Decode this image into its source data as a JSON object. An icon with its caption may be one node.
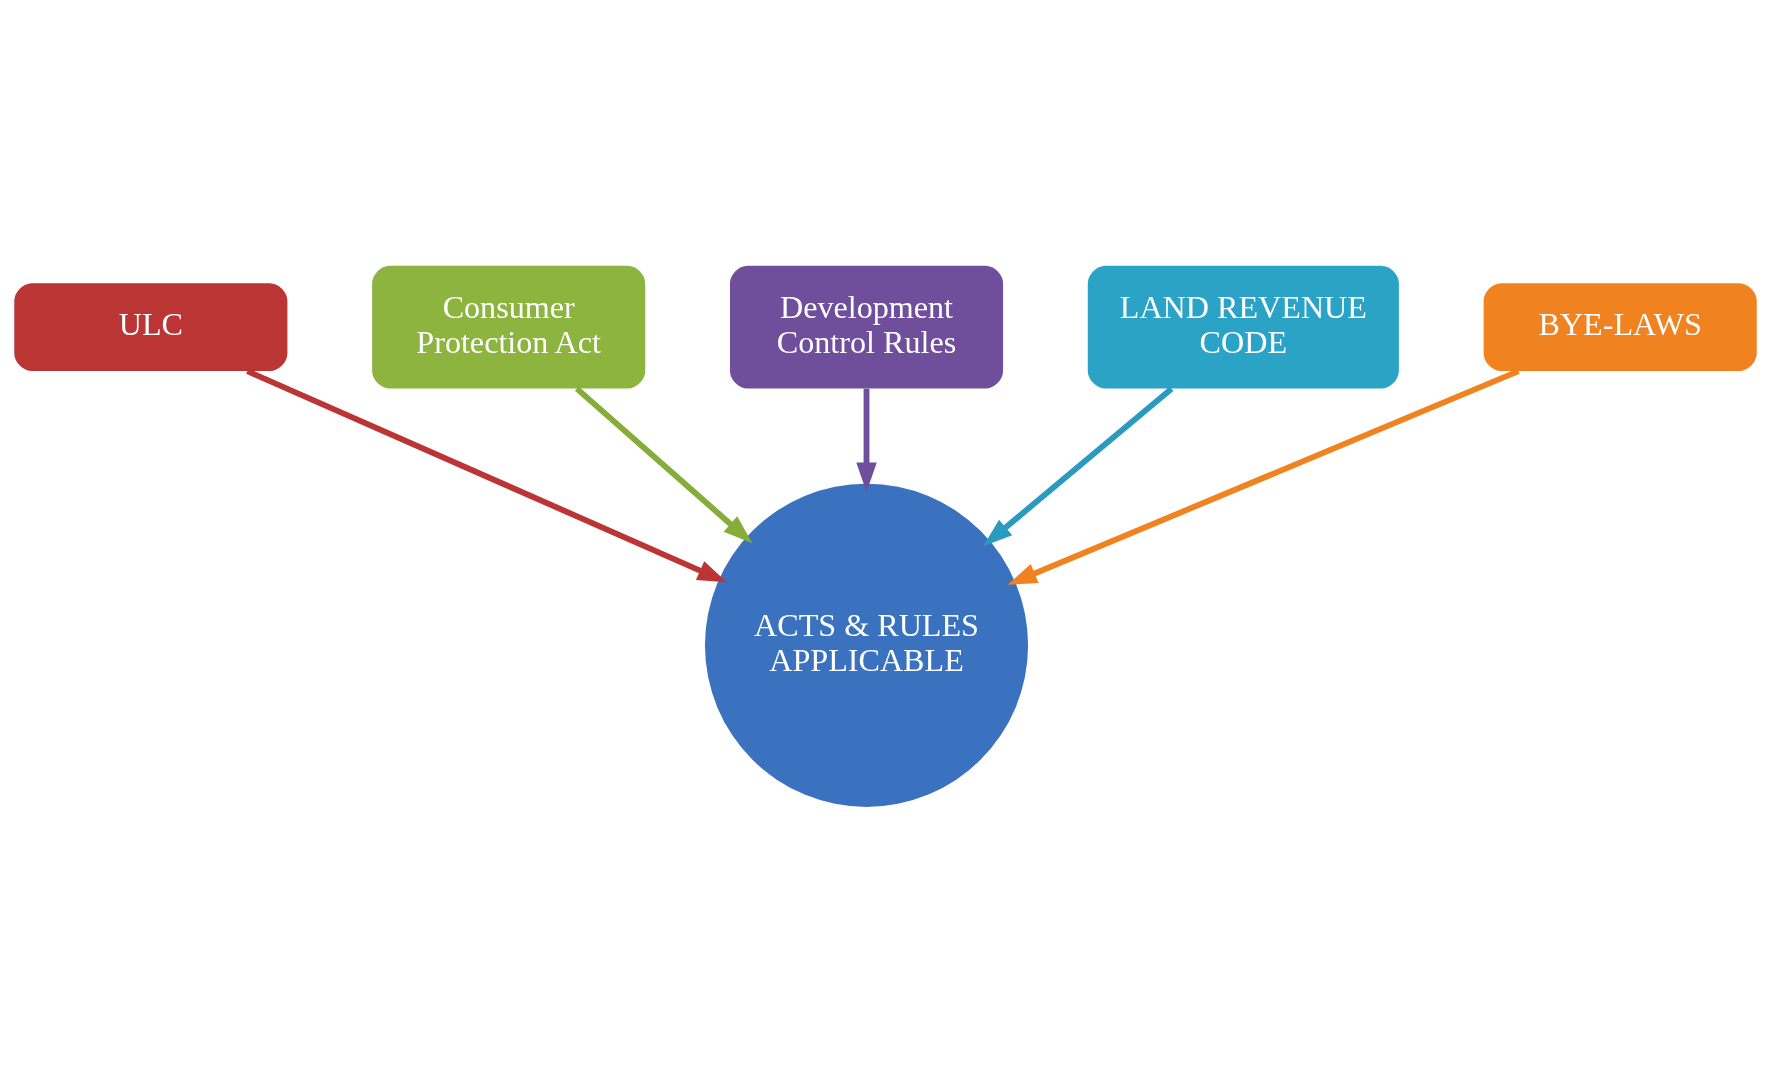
{
  "diagram": {
    "nodes": [
      {
        "text": [
          "Development Control Rules"
        ]
      },
      {
        "text": [
          "Consumer Protection Act"
        ]
      },
      {
        "text": [
          "LAND REVENUE CODE"
        ]
      },
      {
        "text": [
          "ULC"
        ]
      },
      {
        "text": [
          "ACTS & RULES APPLICABLE"
        ]
      },
      {
        "text": [
          "BYE-LAWS"
        ]
      }
    ],
    "edges": [
      {
        "from": 0,
        "to": 4,
        "arrow": "to",
        "color": "#6f4e9c"
      },
      {
        "from": 1,
        "to": 4,
        "arrow": "to",
        "color": "#86ad3a"
      },
      {
        "from": 2,
        "to": 4,
        "arrow": "to",
        "color": "#2a9bbf"
      },
      {
        "from": 3,
        "to": 4,
        "arrow": "to",
        "color": "#bb3535"
      },
      {
        "from": 5,
        "to": 4,
        "arrow": "to",
        "color": "#f0821f"
      }
    ]
  }
}
